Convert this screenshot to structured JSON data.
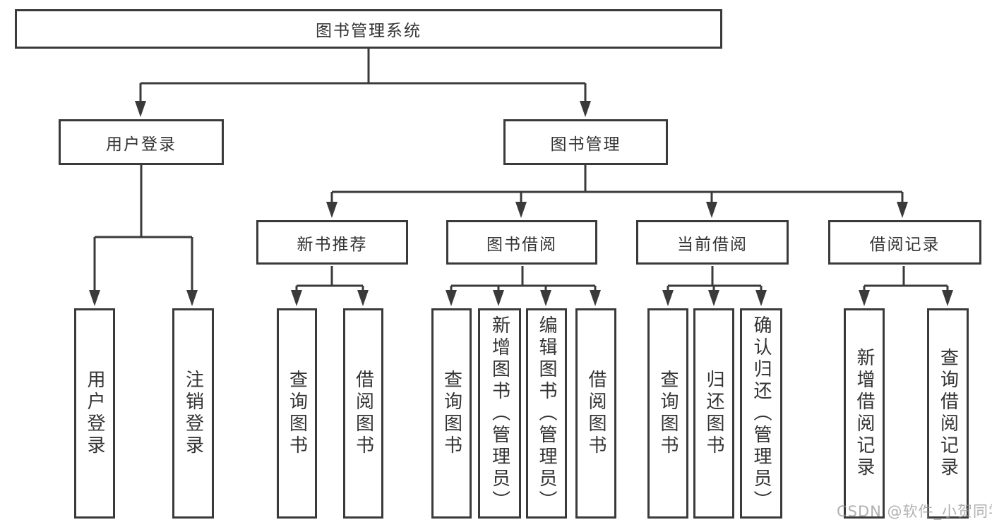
{
  "tree": {
    "root": {
      "label": "图书管理系统"
    },
    "branches": [
      {
        "label": "用户登录",
        "children": [
          {
            "label": "用户登录"
          },
          {
            "label": "注销登录"
          }
        ]
      },
      {
        "label": "图书管理",
        "children": [
          {
            "label": "新书推荐",
            "children": [
              {
                "label": "查询图书"
              },
              {
                "label": "借阅图书"
              }
            ]
          },
          {
            "label": "图书借阅",
            "children": [
              {
                "label": "查询图书"
              },
              {
                "label": "新增图书（管理员）"
              },
              {
                "label": "编辑图书（管理员）"
              },
              {
                "label": "借阅图书"
              }
            ]
          },
          {
            "label": "当前借阅",
            "children": [
              {
                "label": "查询图书"
              },
              {
                "label": "归还图书"
              },
              {
                "label": "确认归还（管理员）"
              }
            ]
          },
          {
            "label": "借阅记录",
            "children": [
              {
                "label": "新增借阅记录"
              },
              {
                "label": "查询借阅记录"
              }
            ]
          }
        ]
      }
    ]
  },
  "watermark": "CSDN @软件_小贺同学",
  "colors": {
    "line": "#3a3a3a",
    "text": "#333333",
    "watermark": "#969696",
    "background": "#ffffff"
  }
}
